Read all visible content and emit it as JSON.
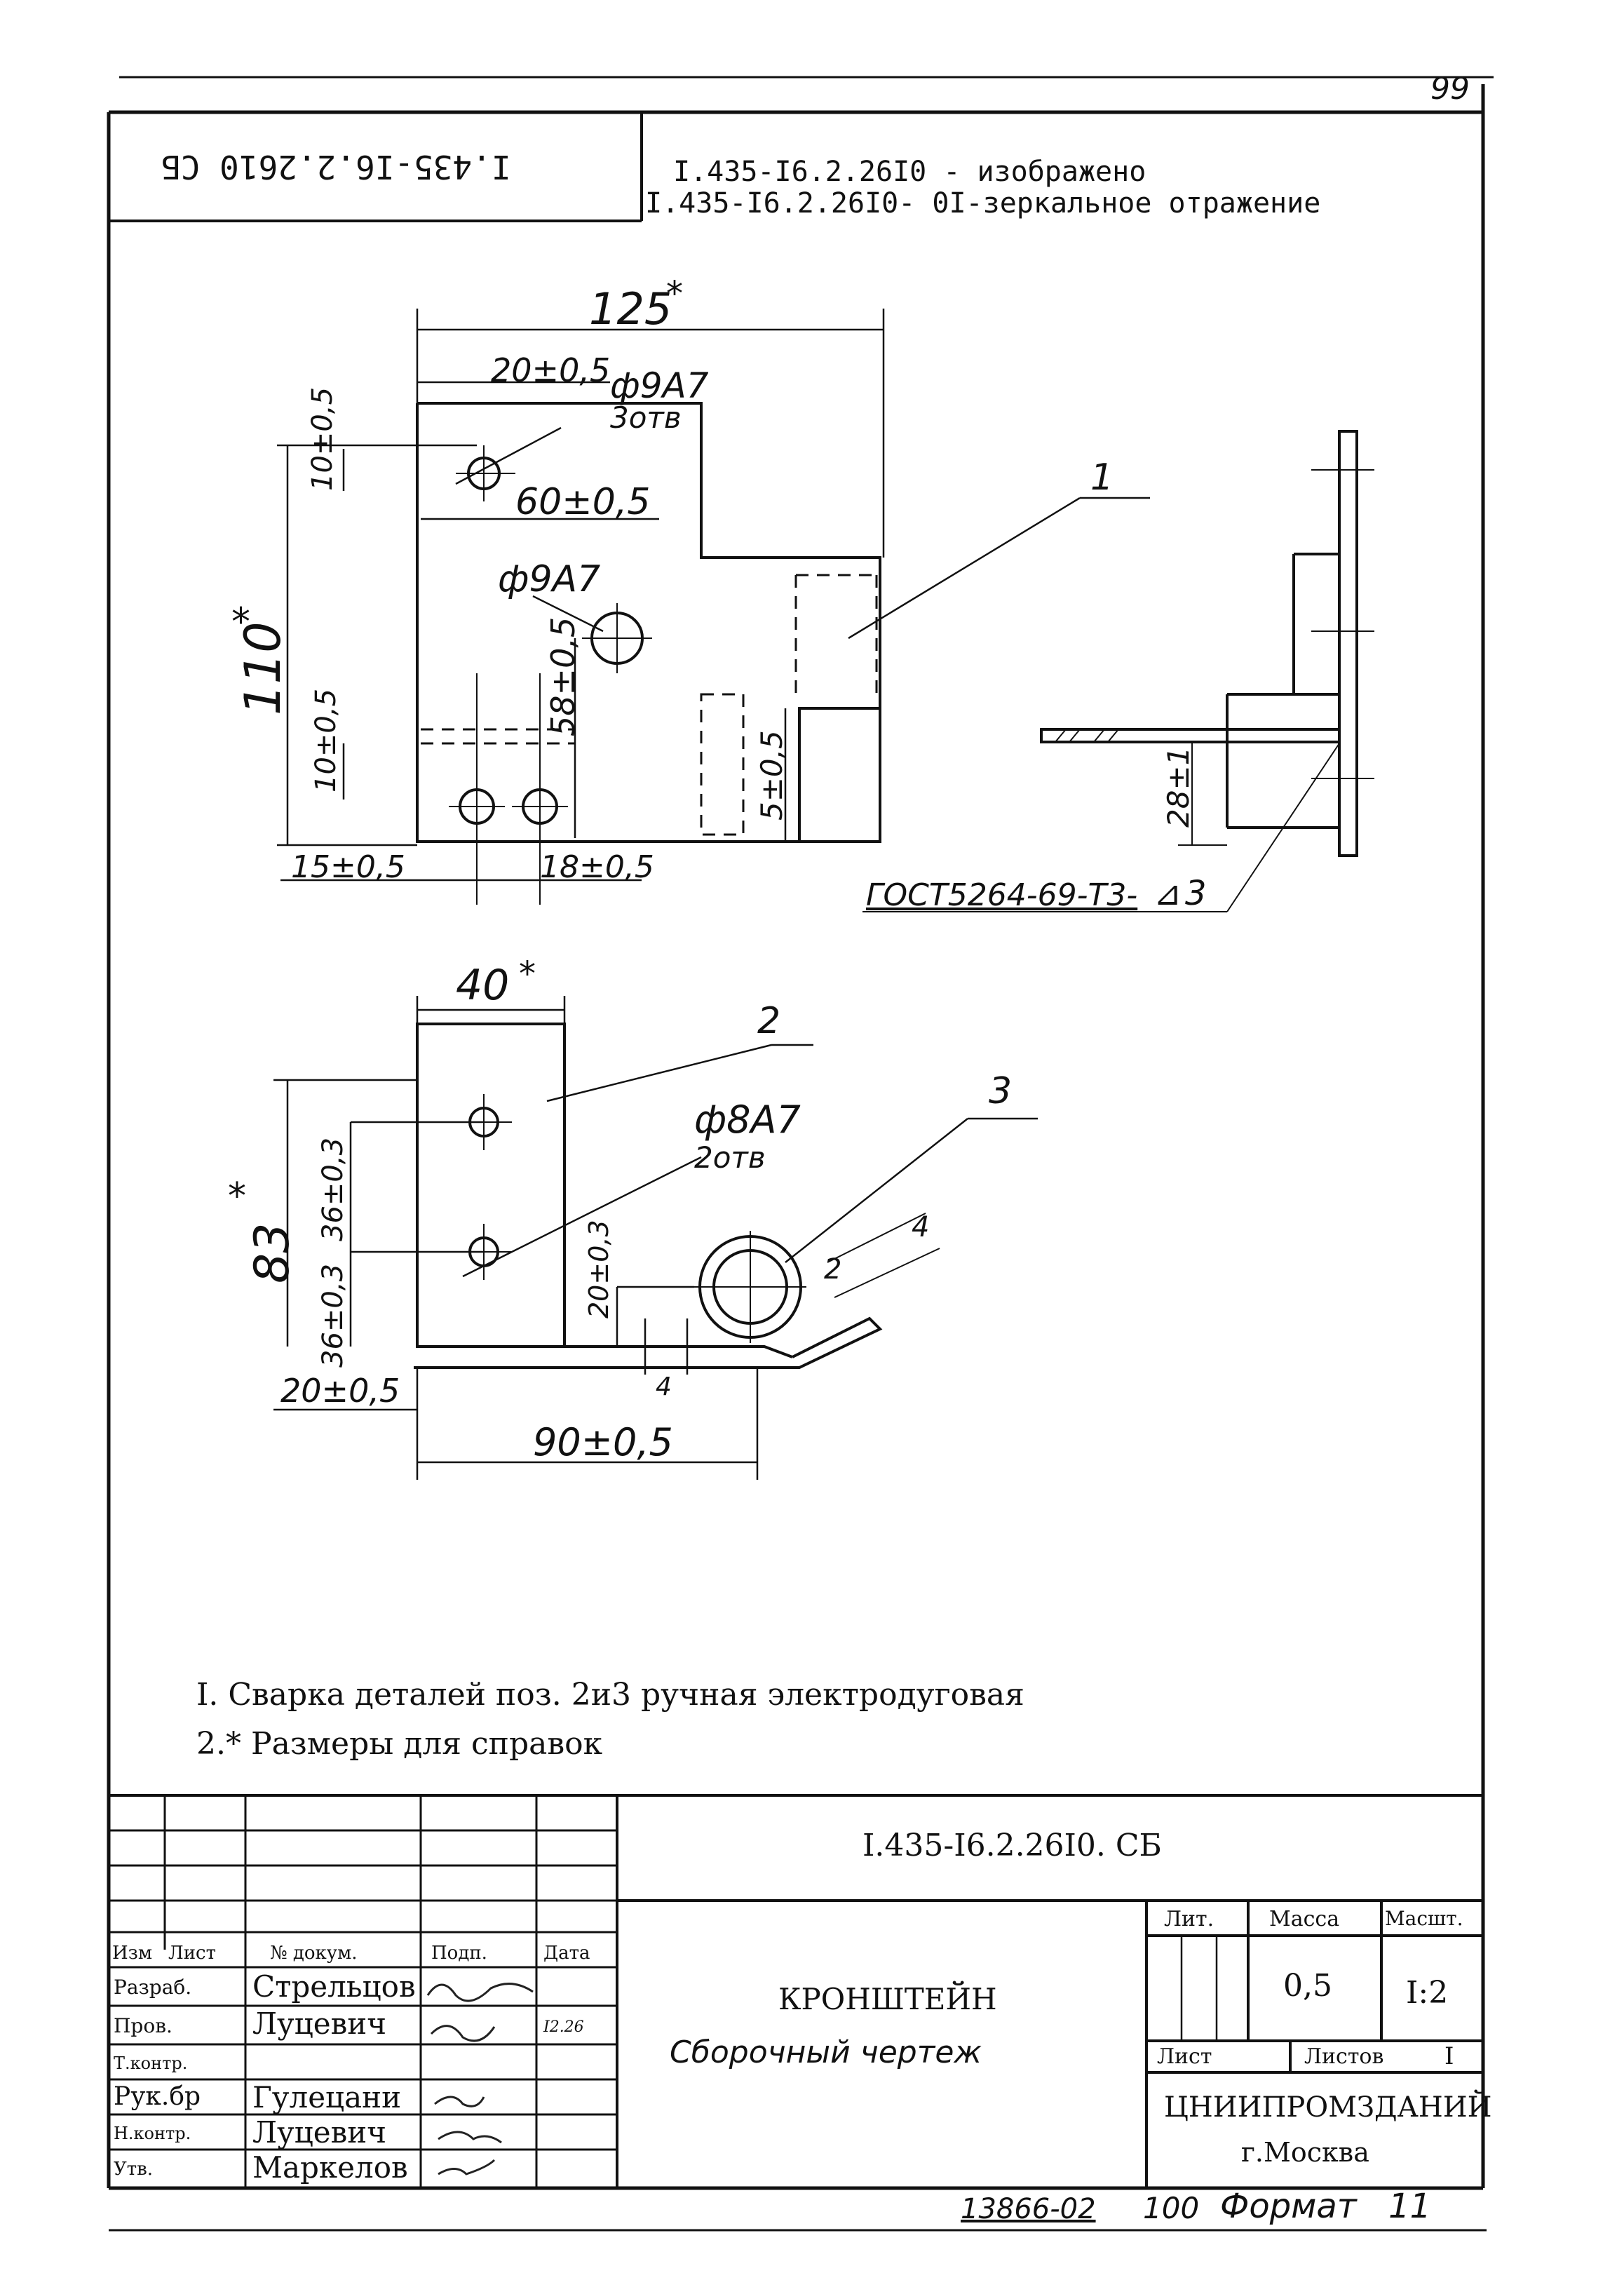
{
  "sheet": {
    "page_number": "99",
    "rotated_code": "I.435-I6.2.2610 СБ",
    "header_line1": "I.435-I6.2.26I0 - изображено",
    "header_line2": "I.435-I6.2.26I0- 0I-зеркальное отражение"
  },
  "top_view": {
    "dim_width": "125",
    "dim_width_star": "*",
    "dim_20": "20±0,5",
    "hole_top": "ф9А7",
    "hole_top_count": "3отв",
    "dim_60": "60±0,5",
    "hole_mid": "ф9А7",
    "dim_10_top": "10±0,5",
    "dim_110": "110",
    "dim_110_star": "*",
    "dim_58": "58±0,5",
    "dim_10_low": "10±0,5",
    "dim_5": "5±0,5",
    "dim_15": "15±0,5",
    "dim_18": "18±0,5",
    "leader_1": "1"
  },
  "side_view": {
    "dim_28": "28±1",
    "weld_note": "ГОСТ5264-69-Т3-",
    "weld_leg": "3"
  },
  "bottom_view": {
    "dim_40": "40",
    "dim_40_star": "*",
    "leader_2": "2",
    "leader_3": "3",
    "hole": "ф8А7",
    "hole_count": "2отв",
    "dim_83": "83",
    "dim_83_star": "*",
    "dim_36_top": "36±0,3",
    "dim_36_low": "36±0,3",
    "dim_20_03": "20±0,3",
    "dim_4_right": "4",
    "dim_4_left": "4",
    "dim_2": "2",
    "dim_20_05": "20±0,5",
    "dim_90": "90±0,5"
  },
  "notes": [
    "I. Сварка деталей поз. 2и3 ручная электродуговая",
    "2.* Размеры для справок"
  ],
  "title_block": {
    "doc_code": "I.435-I6.2.26I0. СБ",
    "headers": [
      "Изм",
      "Лист",
      "№ докум.",
      "Подп.",
      "Дата"
    ],
    "roles": [
      {
        "role": "Разраб.",
        "name": "Стрельцов",
        "date": ""
      },
      {
        "role": "Пров.",
        "name": "Луцевич",
        "date": "I2.26"
      },
      {
        "role": "Т.контр.",
        "name": "",
        "date": ""
      },
      {
        "role": "Рук.бр",
        "name": "Гулецани",
        "date": ""
      },
      {
        "role": "Н.контр.",
        "name": "Луцевич",
        "date": ""
      },
      {
        "role": "Утв.",
        "name": "Маркелов",
        "date": ""
      }
    ],
    "part_name": "КРОНШТЕЙН",
    "part_subtitle": "Сборочный чертеж",
    "lit_label": "Лит.",
    "mass_label": "Масса",
    "scale_label": "Масшт.",
    "mass_value": "0,5",
    "scale_value": "I:2",
    "sheet_label": "Лист",
    "sheets_label": "Листов",
    "sheets_value": "I",
    "org_name": "ЦНИИПРОМЗДАНИЙ",
    "org_city": "г.Москва"
  },
  "footer": {
    "inventory": "13866-02",
    "sheet_no": "100",
    "format_label": "Формат",
    "format_value": "11"
  }
}
